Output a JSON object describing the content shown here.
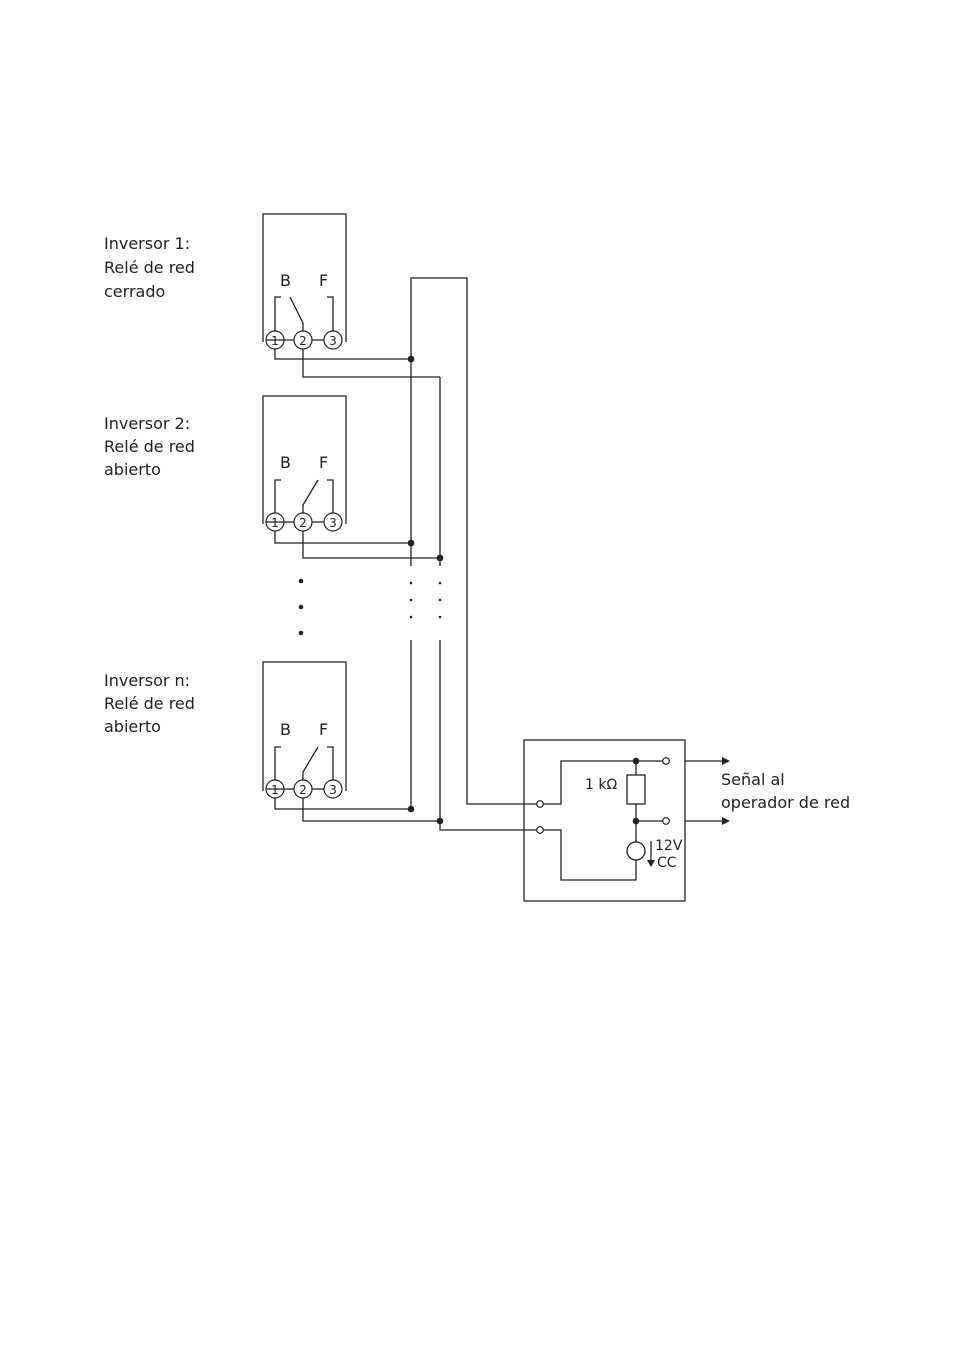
{
  "inverters": [
    {
      "title": "Inversor 1:",
      "line2": "Relé de red",
      "state": "cerrado",
      "contact_b": "B",
      "contact_f": "F",
      "terminals": [
        "1",
        "2",
        "3"
      ]
    },
    {
      "title": "Inversor 2:",
      "line2": "Relé de red",
      "state": "abierto",
      "contact_b": "B",
      "contact_f": "F",
      "terminals": [
        "1",
        "2",
        "3"
      ]
    },
    {
      "title": "Inversor n:",
      "line2": "Relé de red",
      "state": "abierto",
      "contact_b": "B",
      "contact_f": "F",
      "terminals": [
        "1",
        "2",
        "3"
      ]
    }
  ],
  "operator_box": {
    "resistor": "1 kΩ",
    "source_voltage": "12V",
    "source_type": "CC",
    "signal_line1": "Señal al",
    "signal_line2": "operador de red"
  }
}
